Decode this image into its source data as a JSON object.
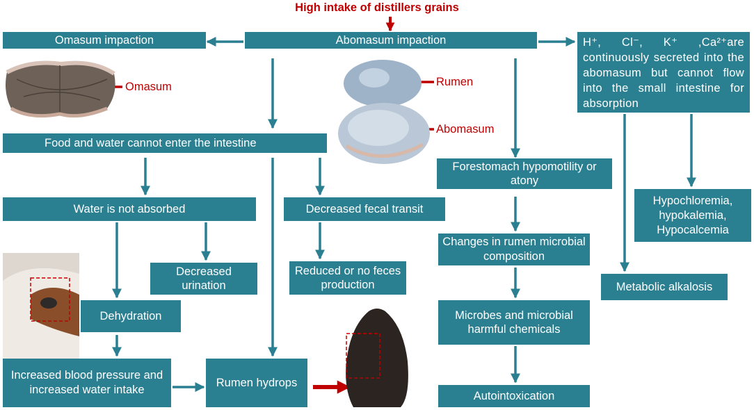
{
  "title": "High intake of distillers grains",
  "boxes": {
    "omasum_impaction": "Omasum impaction",
    "abomasum_impaction": "Abomasum impaction",
    "ion_secretion": "H⁺, Cl⁻, K⁺ ,Ca²⁺are continuously secreted into the abomasum but cannot flow into the small intestine for absorption",
    "food_water": "Food and water cannot enter the intestine",
    "forestomach": "Forestomach hypomotility or atony",
    "water_not_absorbed": "Water is not absorbed",
    "decreased_fecal": "Decreased fecal transit",
    "hypochloremia": "Hypochloremia, hypokalemia, Hypocalcemia",
    "changes_rumen": "Changes in rumen microbial composition",
    "decreased_urination": "Decreased urination",
    "reduced_feces": "Reduced or no feces production",
    "metabolic_alkalosis": "Metabolic alkalosis",
    "dehydration": "Dehydration",
    "microbes": "Microbes and microbial harmful chemicals",
    "increased_bp": "Increased blood pressure and increased water intake",
    "rumen_hydrops": "Rumen hydrops",
    "autointoxication": "Autointoxication"
  },
  "labels": {
    "omasum": "Omasum",
    "rumen": "Rumen",
    "abomasum": "Abomasum"
  },
  "colors": {
    "box": "#2a7f91",
    "arrow": "#2a7f91",
    "red": "#c00000"
  }
}
